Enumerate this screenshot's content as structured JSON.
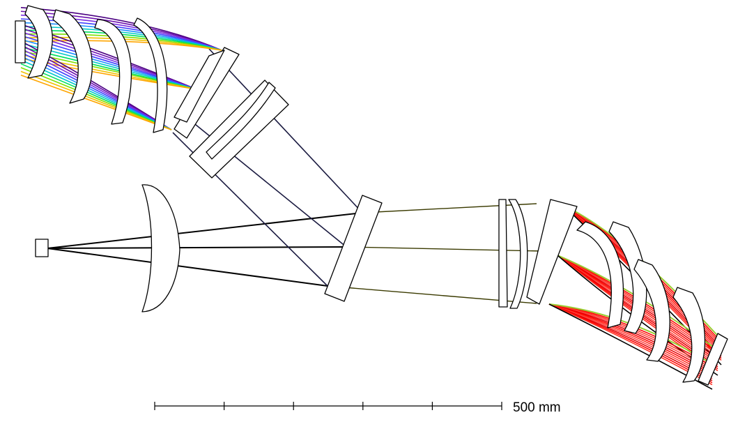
{
  "scale_bar": {
    "label": "500 mm",
    "length_mm": 500,
    "tick_count": 6
  },
  "colors": {
    "background": "#ffffff",
    "lens_outline": "#000000",
    "black_rays": "#000000",
    "blue_channel_rays": [
      "#4b0082",
      "#6a0dad",
      "#7b2fe0",
      "#3f3fff",
      "#1e90ff",
      "#00c8c8",
      "#00e060",
      "#7fe000",
      "#f0c000",
      "#ffa500"
    ],
    "red_channel_rays": [
      "#ff0000",
      "#ff2a1a",
      "#ff4040",
      "#e00000"
    ],
    "red_channel_edge": "#9acd32"
  }
}
